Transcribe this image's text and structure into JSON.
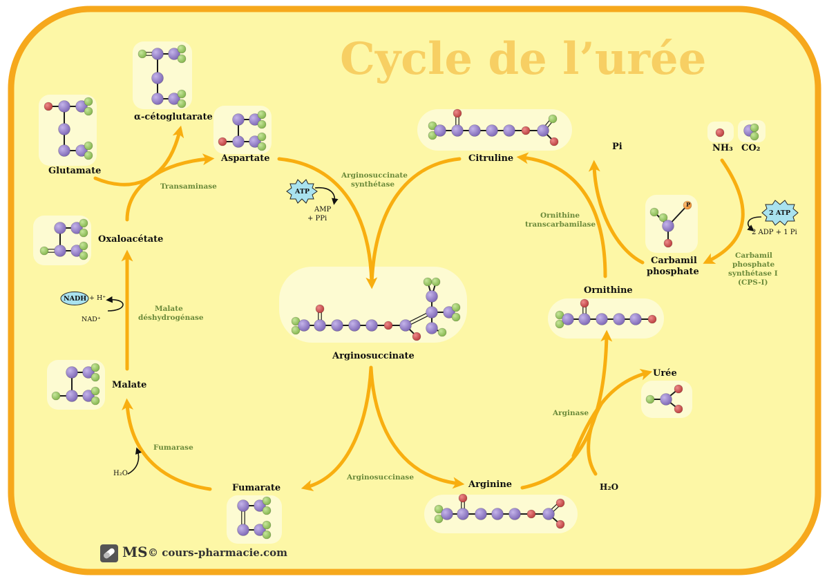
{
  "title": "Cycle de l’urée",
  "colors": {
    "frame_border": "#f6a81c",
    "frame_fill": "#fdf7a6",
    "arrow": "#f8ae10",
    "title": "#f7cf63",
    "enzyme_text": "#6b8a3a",
    "carbon_atom": "#8f79c4",
    "oxygen_atom": "#c94a4a",
    "hydrogen_atom": "#94c45a",
    "phosphate_atom": "#f29a3b"
  },
  "compounds": {
    "glutamate": "Glutamate",
    "alpha_ketoglutarate": "α-cétoglutarate",
    "aspartate": "Aspartate",
    "oxaloacetate": "Oxaloacétate",
    "malate": "Malate",
    "fumarate": "Fumarate",
    "argininosuccinate": "Arginosuccinate",
    "citrulline": "Citruline",
    "arginine": "Arginine",
    "ornithine": "Ornithine",
    "uree": "Urée",
    "carbamoyl_phosphate_line1": "Carbamil",
    "carbamoyl_phosphate_line2": "phosphate",
    "pi": "Pi",
    "nh3": "NH₃",
    "co2": "CO₂",
    "h2o_arginase": "H₂O",
    "h2o_fumarase": "H₂O"
  },
  "enzymes": {
    "transaminase": "Transaminase",
    "as_synthetase_line1": "Arginosuccinate",
    "as_synthetase_line2": "synthétase",
    "otc_line1": "Ornithine",
    "otc_line2": "transcarbamilase",
    "cps_line1": "Carbamil",
    "cps_line2": "phosphate",
    "cps_line3": "synthétase I",
    "cps_line4": "(CPS-I)",
    "malate_dh_line1": "Malate",
    "malate_dh_line2": "déshydrogénase",
    "fumarase": "Fumarase",
    "argininosuccinase": "Arginosuccinase",
    "arginase": "Arginase"
  },
  "cofactors": {
    "atp": "ATP",
    "amp_line1": "AMP",
    "amp_line2": "+ PPi",
    "two_atp": "2 ATP",
    "adp_pi": "2 ADP + 1 Pi",
    "nadh": "NADH",
    "h_plus": "+ H⁺",
    "nad_plus": "NAD⁺",
    "p_atom": "P"
  },
  "footer": {
    "ms": "MS",
    "copyright": "© cours-pharmacie.com"
  }
}
